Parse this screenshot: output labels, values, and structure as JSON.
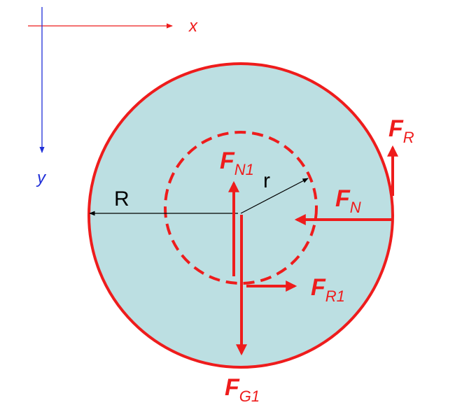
{
  "axes": {
    "x_label": "x",
    "y_label": "y",
    "x_color": "#ee1c1c",
    "y_color": "#1f2ed8"
  },
  "body": {
    "fill_color": "#bcdfe2",
    "outline_color": "#ee1c1c"
  },
  "dimensions": {
    "outer_radius_label": "R",
    "inner_radius_label": "r"
  },
  "forces": {
    "FR": {
      "main": "F",
      "sub": "R"
    },
    "FN": {
      "main": "F",
      "sub": "N"
    },
    "FN1": {
      "main": "F",
      "sub": "N1"
    },
    "FR1": {
      "main": "F",
      "sub": "R1"
    },
    "FG1": {
      "main": "F",
      "sub": "G1"
    }
  },
  "force_color": "#ee1c1c"
}
